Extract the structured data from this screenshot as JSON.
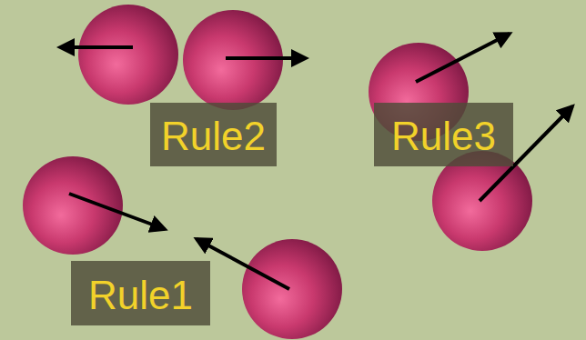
{
  "diagram": {
    "nodes": [
      {
        "text": [
          "Rule2"
        ]
      },
      {
        "text": [
          "Rule3"
        ]
      },
      {
        "text": [
          "Rule1"
        ]
      }
    ]
  }
}
